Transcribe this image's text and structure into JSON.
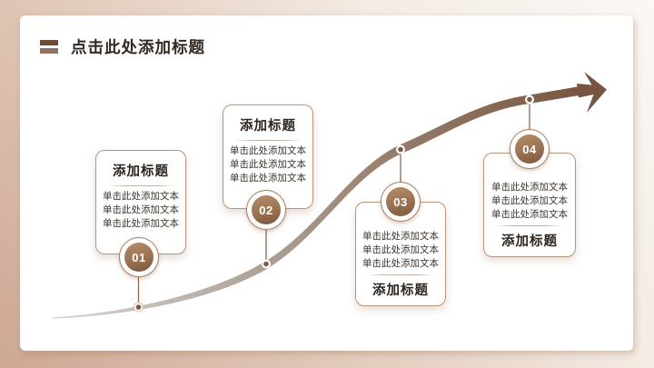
{
  "slide": {
    "header": {
      "title": "点击此处添加标题"
    },
    "steps": [
      {
        "number": "01",
        "title": "添加标题",
        "lines": [
          "单击此处添加文本",
          "单击此处添加文本",
          "单击此处添加文本"
        ]
      },
      {
        "number": "02",
        "title": "添加标题",
        "lines": [
          "单击此处添加文本",
          "单击此处添加文本",
          "单击此处添加文本"
        ]
      },
      {
        "number": "03",
        "title": "添加标题",
        "lines": [
          "单击此处添加文本",
          "单击此处添加文本",
          "单击此处添加文本"
        ]
      },
      {
        "number": "04",
        "title": "添加标题",
        "lines": [
          "单击此处添加文本",
          "单击此处添加文本",
          "单击此处添加文本"
        ]
      }
    ],
    "colors": {
      "accent_brown": "#775540",
      "card_border": "#b6957c",
      "frame_tan": "#cda793",
      "curve_start_gray": "#dad6d2",
      "title_text": "#32281f"
    }
  }
}
